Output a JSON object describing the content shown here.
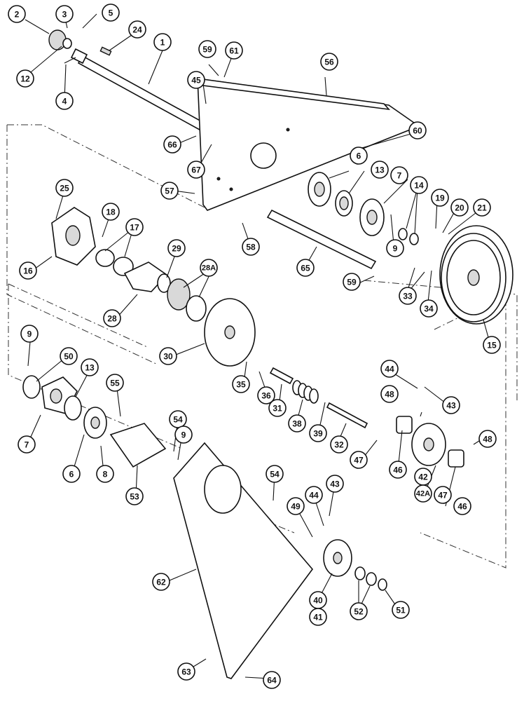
{
  "diagram": {
    "callouts": [
      "1",
      "2",
      "3",
      "4",
      "5",
      "6",
      "7",
      "8",
      "9",
      "12",
      "13",
      "14",
      "15",
      "16",
      "17",
      "18",
      "19",
      "20",
      "21",
      "24",
      "25",
      "28",
      "28A",
      "29",
      "30",
      "31",
      "32",
      "33",
      "34",
      "35",
      "36",
      "38",
      "39",
      "40",
      "41",
      "42",
      "42A",
      "43",
      "44",
      "45",
      "46",
      "47",
      "48",
      "49",
      "50",
      "51",
      "52",
      "53",
      "54",
      "55",
      "56",
      "57",
      "58",
      "59",
      "60",
      "61",
      "62",
      "63",
      "64",
      "65",
      "66",
      "67"
    ]
  }
}
